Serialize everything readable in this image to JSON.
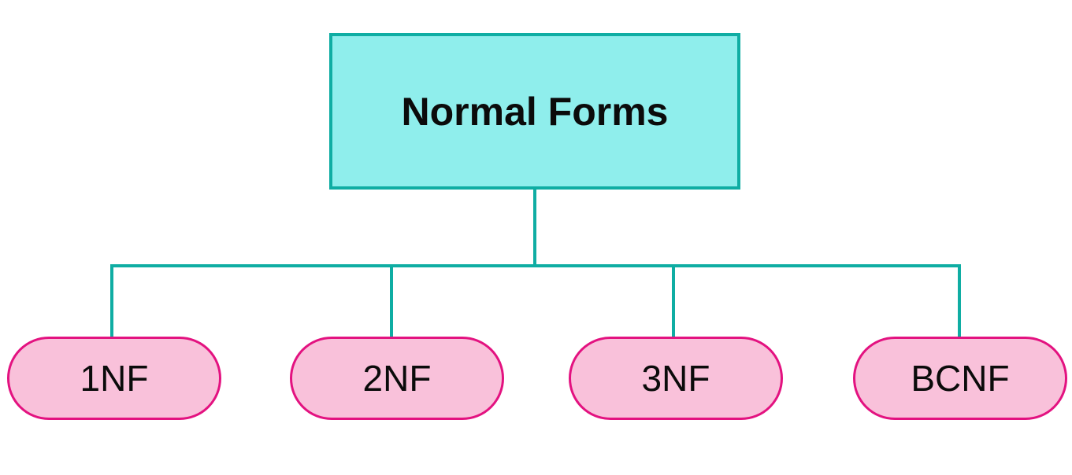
{
  "diagram": {
    "root": {
      "label": "Normal Forms"
    },
    "children": [
      {
        "label": "1NF"
      },
      {
        "label": "2NF"
      },
      {
        "label": "3NF"
      },
      {
        "label": "BCNF"
      }
    ],
    "colors": {
      "root_fill": "#8feeec",
      "root_border": "#0fada3",
      "connector": "#0fada3",
      "child_fill": "#f9c1da",
      "child_border": "#e31280",
      "label_text": "#0b0b0b"
    }
  }
}
